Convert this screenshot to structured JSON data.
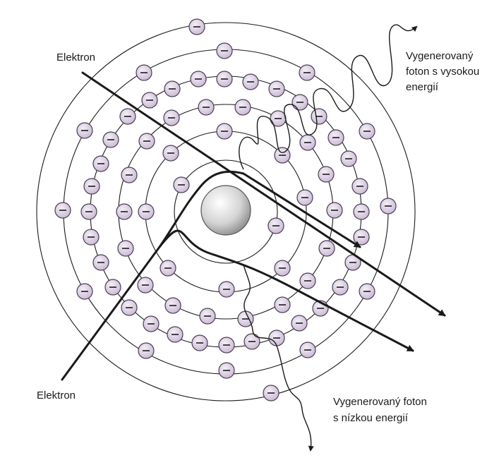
{
  "labels": {
    "incoming_electron": "Elektron",
    "outgoing_electron": "Elektron",
    "high_energy_photon_line1": "Vygenerovaný",
    "high_energy_photon_line2": "foton s vysokou",
    "high_energy_photon_line3": "energií",
    "low_energy_photon_line1": "Vygenerovaný foton",
    "low_energy_photon_line2": "s nízkou energií"
  },
  "electron_symbol": "minus-sign",
  "colors": {
    "electron_fill": "#dcd0e2",
    "nucleus_fill": "#d8d8d8",
    "line": "#1a1a1a"
  }
}
